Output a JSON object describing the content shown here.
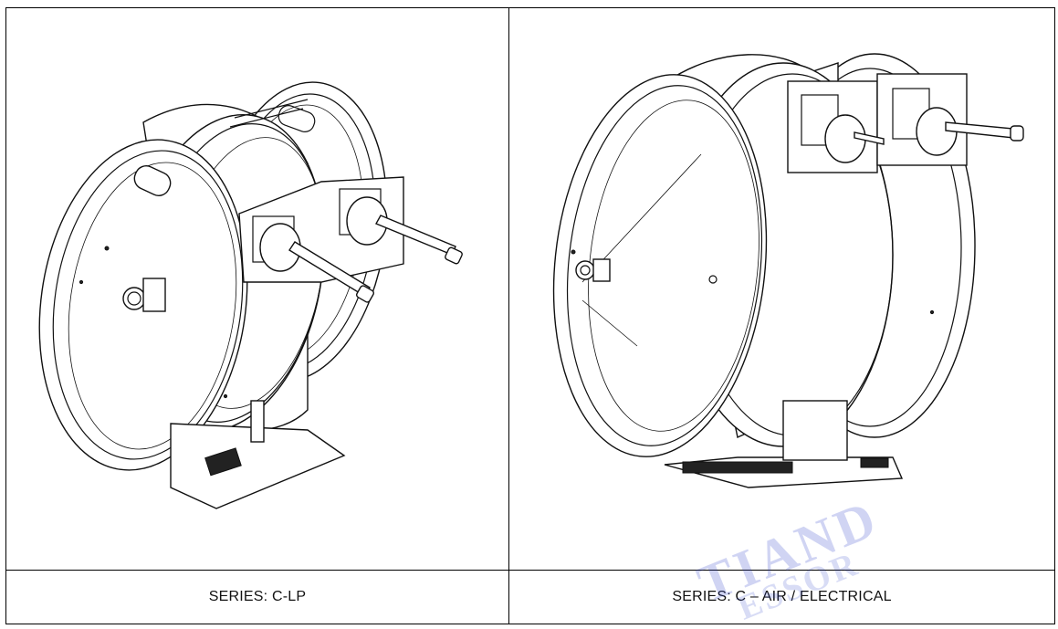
{
  "captions": {
    "left": "SERIES: C-LP",
    "right": "SERIES: C – AIR / ELECTRICAL"
  },
  "watermark": {
    "line1": "TIAND",
    "line2": "ESSOR"
  },
  "figures": {
    "left_icon": "hose-reel-dual-c-lp",
    "right_icon": "hose-reel-dual-air-electrical"
  }
}
